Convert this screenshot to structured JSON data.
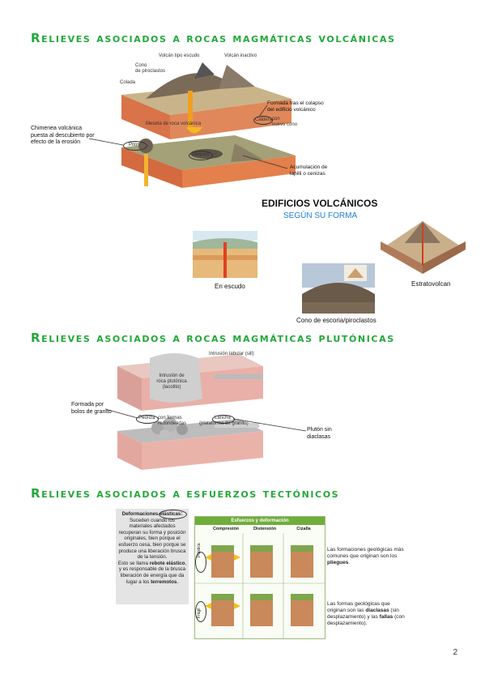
{
  "headings": {
    "volcanic": "Relieves asociados a rocas magmáticas volcánicas",
    "plutonic": "Relieves asociados a rocas magmáticas plutónicas",
    "tectonic": "Relieves asociados a esfuerzos tectónicos"
  },
  "volcanic_diagram": {
    "labels": {
      "shield": "Volcán tipo escudo",
      "inactive": "Volcán inactivo",
      "pyro_cone": "Cono\nde piroclastos",
      "lava": "Colada",
      "caldera_note": "Formada tras el colapso\ndel edificio volcánico",
      "caldera": "Caldera",
      "new_cone": "con\nnuevo cono",
      "plateau": "Meseta de roca volcánica",
      "chimney_note": "Chimenea volcánica\npuesta al descubierto por\nefecto de la erosión",
      "piton": "Pitón",
      "malpais": "Malpaís",
      "lapilli": "Acumulación de\nlapilli o cenizas"
    }
  },
  "volcanic_buildings": {
    "title": "EDIFICIOS VOLCÁNICOS",
    "subtitle": "SEGÚN SU FORMA",
    "shield_caption": "En escudo",
    "cinder_caption": "Cono de escoria/piroclastos",
    "strato_caption": "Estratovolcan"
  },
  "plutonic_diagram": {
    "sill": "Intrusión tabular (sill)",
    "laccolith": "Intrusión de\nroca plutónica\n(lacolito)",
    "granite_note": "Formada por\nbolos de granito",
    "pedriza": "Pedriza",
    "pedriza_rest": "con formas\nredondeadas",
    "lancha": "Lancha",
    "lancha_rest": "(plataforma de granito)",
    "pluton_note": "Plutón sin\ndiaclasas"
  },
  "tectonic": {
    "box_title": "Deformaciones elásticas:",
    "box_text": "Suceden cuando los materiales afectados recuperan su forma y posición originales, bien porque el esfuerzo cesa, bien porque se produce una liberación brusca de la tensión.",
    "box_text2_pre": "Esto se llama ",
    "box_text2_bold": "rebote elástico",
    "box_text2_post": ", y es responsable de la brusca liberación de energía que da lugar a los ",
    "box_text2_end": "terremotos",
    "grid_header": "Esfuerzos y deformación",
    "columns": [
      "Compresión",
      "Distensión",
      "Cizalla"
    ],
    "rows": [
      "Plástica",
      "Frágil"
    ],
    "note1_pre": "Las formaciones geológicas más comunes que originan son los ",
    "note1_bold": "pliegues",
    "note2_pre": "Las formas geológicas que originan son las ",
    "note2_bold1": "diaclasas",
    "note2_mid": " (sin desplazamiento) y las ",
    "note2_bold2": "fallas",
    "note2_post": " (con desplazamiento)."
  },
  "page_number": "2"
}
